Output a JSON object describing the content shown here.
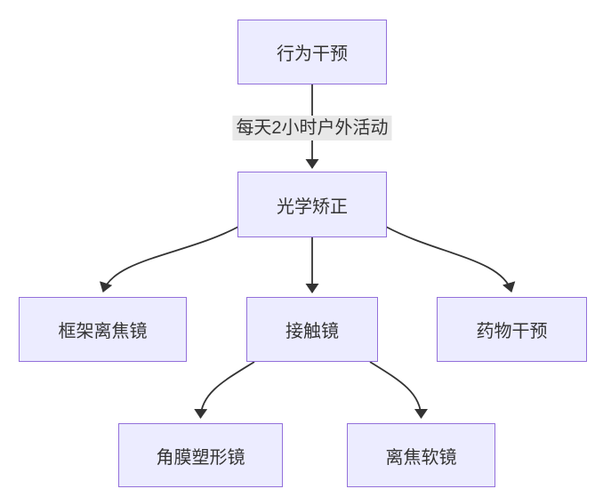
{
  "diagram": {
    "type": "flowchart",
    "direction": "top-down",
    "nodes": [
      {
        "id": "A",
        "label": "行为干预"
      },
      {
        "id": "B",
        "label": "光学矫正"
      },
      {
        "id": "C",
        "label": "框架离焦镜"
      },
      {
        "id": "D",
        "label": "接触镜"
      },
      {
        "id": "E",
        "label": "药物干预"
      },
      {
        "id": "F",
        "label": "角膜塑形镜"
      },
      {
        "id": "G",
        "label": "离焦软镜"
      }
    ],
    "edges": [
      {
        "from": "行为干预",
        "to": "光学矫正",
        "label": "每天2小时户外活动"
      },
      {
        "from": "光学矫正",
        "to": "框架离焦镜",
        "label": ""
      },
      {
        "from": "光学矫正",
        "to": "接触镜",
        "label": ""
      },
      {
        "from": "光学矫正",
        "to": "药物干预",
        "label": ""
      },
      {
        "from": "接触镜",
        "to": "角膜塑形镜",
        "label": ""
      },
      {
        "from": "接触镜",
        "to": "离焦软镜",
        "label": ""
      }
    ],
    "colors": {
      "node_fill": "#ECECFF",
      "node_border": "#9370DB",
      "text": "#333333",
      "edge_line": "#333333",
      "arrowhead": "#333333",
      "edge_label_background": "#e8e8e8",
      "background": "#ffffff"
    }
  }
}
